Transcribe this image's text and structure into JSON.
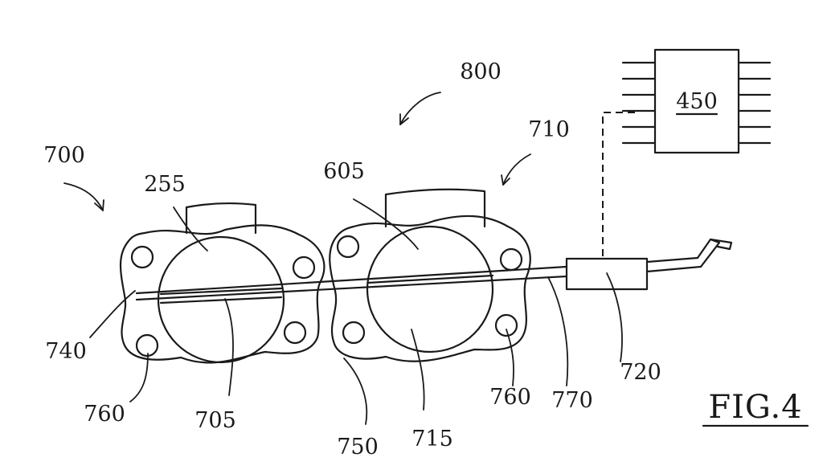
{
  "figure": {
    "caption": "FIG.4"
  },
  "labels": {
    "l800": "800",
    "l710": "710",
    "l700": "700",
    "l255": "255",
    "l605": "605",
    "l450": "450",
    "l740": "740",
    "l760a": "760",
    "l705": "705",
    "l750": "750",
    "l715": "715",
    "l760b": "760",
    "l770": "770",
    "l720": "720"
  }
}
